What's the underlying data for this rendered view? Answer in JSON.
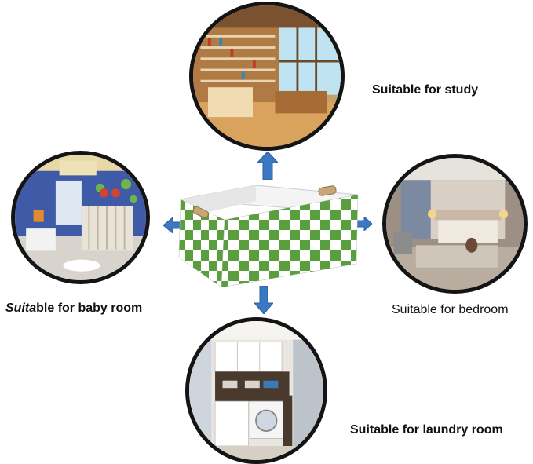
{
  "labels": {
    "study": "Suitable for study",
    "baby_room_italic": "Suita",
    "baby_room_rest": "ble for baby room",
    "bedroom": "Suitable for bedroom",
    "laundry": "Suitable for laundry room"
  },
  "colors": {
    "check_green": "#5a9e3e",
    "check_white": "#ffffff",
    "arrow_blue": "#3a78c3",
    "circle_border": "#141414"
  }
}
